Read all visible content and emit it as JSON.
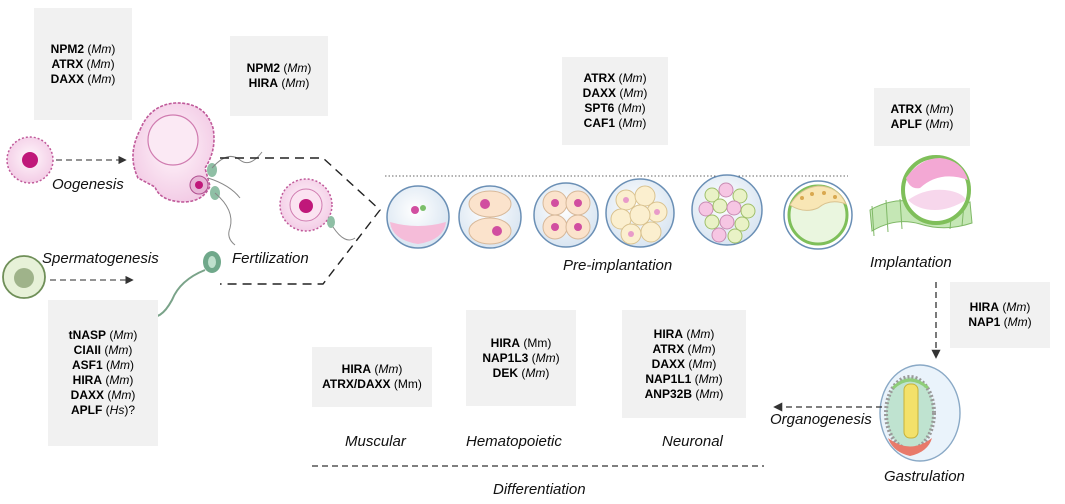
{
  "boxes": {
    "oocyte": [
      {
        "gene": "NPM2",
        "sp": "Mm"
      },
      {
        "gene": "ATRX",
        "sp": "Mm"
      },
      {
        "gene": "DAXX",
        "sp": "Mm"
      }
    ],
    "fertilization": [
      {
        "gene": "NPM2",
        "sp": "Mm"
      },
      {
        "gene": "HIRA",
        "sp": "Mm"
      }
    ],
    "preimplantation": [
      {
        "gene": "ATRX",
        "sp": "Mm"
      },
      {
        "gene": "DAXX",
        "sp": "Mm"
      },
      {
        "gene": "SPT6",
        "sp": "Mm"
      },
      {
        "gene": "CAF1",
        "sp": "Mm"
      }
    ],
    "implantation": [
      {
        "gene": "ATRX",
        "sp": "Mm"
      },
      {
        "gene": "APLF",
        "sp": "Mm"
      }
    ],
    "gastrulation": [
      {
        "gene": "HIRA",
        "sp": "Mm"
      },
      {
        "gene": "NAP1",
        "sp": "Mm"
      }
    ],
    "sperm": [
      {
        "gene": "tNASP",
        "sp": "Mm"
      },
      {
        "gene": "CIAII",
        "sp": "Mm"
      },
      {
        "gene": "ASF1",
        "sp": "Mm"
      },
      {
        "gene": "HIRA",
        "sp": "Mm"
      },
      {
        "gene": "DAXX",
        "sp": "Mm"
      },
      {
        "gene": "APLF",
        "sp": "Hs",
        "suffix": "?"
      }
    ],
    "muscular": [
      {
        "gene": "HIRA",
        "sp": "Mm"
      },
      {
        "gene": "ATRX/DAXX",
        "sp": "Mm",
        "plain": true
      }
    ],
    "hematopoietic": [
      {
        "gene": "HIRA",
        "sp": "Mm",
        "plain": true
      },
      {
        "gene": "NAP1L3",
        "sp": "Mm"
      },
      {
        "gene": "DEK",
        "sp": "Mm"
      }
    ],
    "neuronal": [
      {
        "gene": "HIRA",
        "sp": "Mm"
      },
      {
        "gene": "ATRX",
        "sp": "Mm"
      },
      {
        "gene": "DAXX",
        "sp": "Mm"
      },
      {
        "gene": "NAP1L1",
        "sp": "Mm"
      },
      {
        "gene": "ANP32B",
        "sp": "Mm"
      }
    ]
  },
  "labels": {
    "oogenesis": "Oogenesis",
    "spermatogenesis": "Spermatogenesis",
    "fertilization": "Fertilization",
    "preimplantation": "Pre-implantation",
    "implantation": "Implantation",
    "gastrulation": "Gastrulation",
    "organogenesis": "Organogenesis",
    "muscular": "Muscular",
    "hematopoietic": "Hematopoietic",
    "neuronal": "Neuronal",
    "differentiation": "Differentiation"
  },
  "colors": {
    "box_bg": "#f1f1f1",
    "cell_membrane": "#c05a9a",
    "nucleus": "#c0187a",
    "embryo_outline": "#6a8fb5",
    "trophoblast_green": "#8fce7a",
    "blastomere": "#f6a8d8"
  }
}
